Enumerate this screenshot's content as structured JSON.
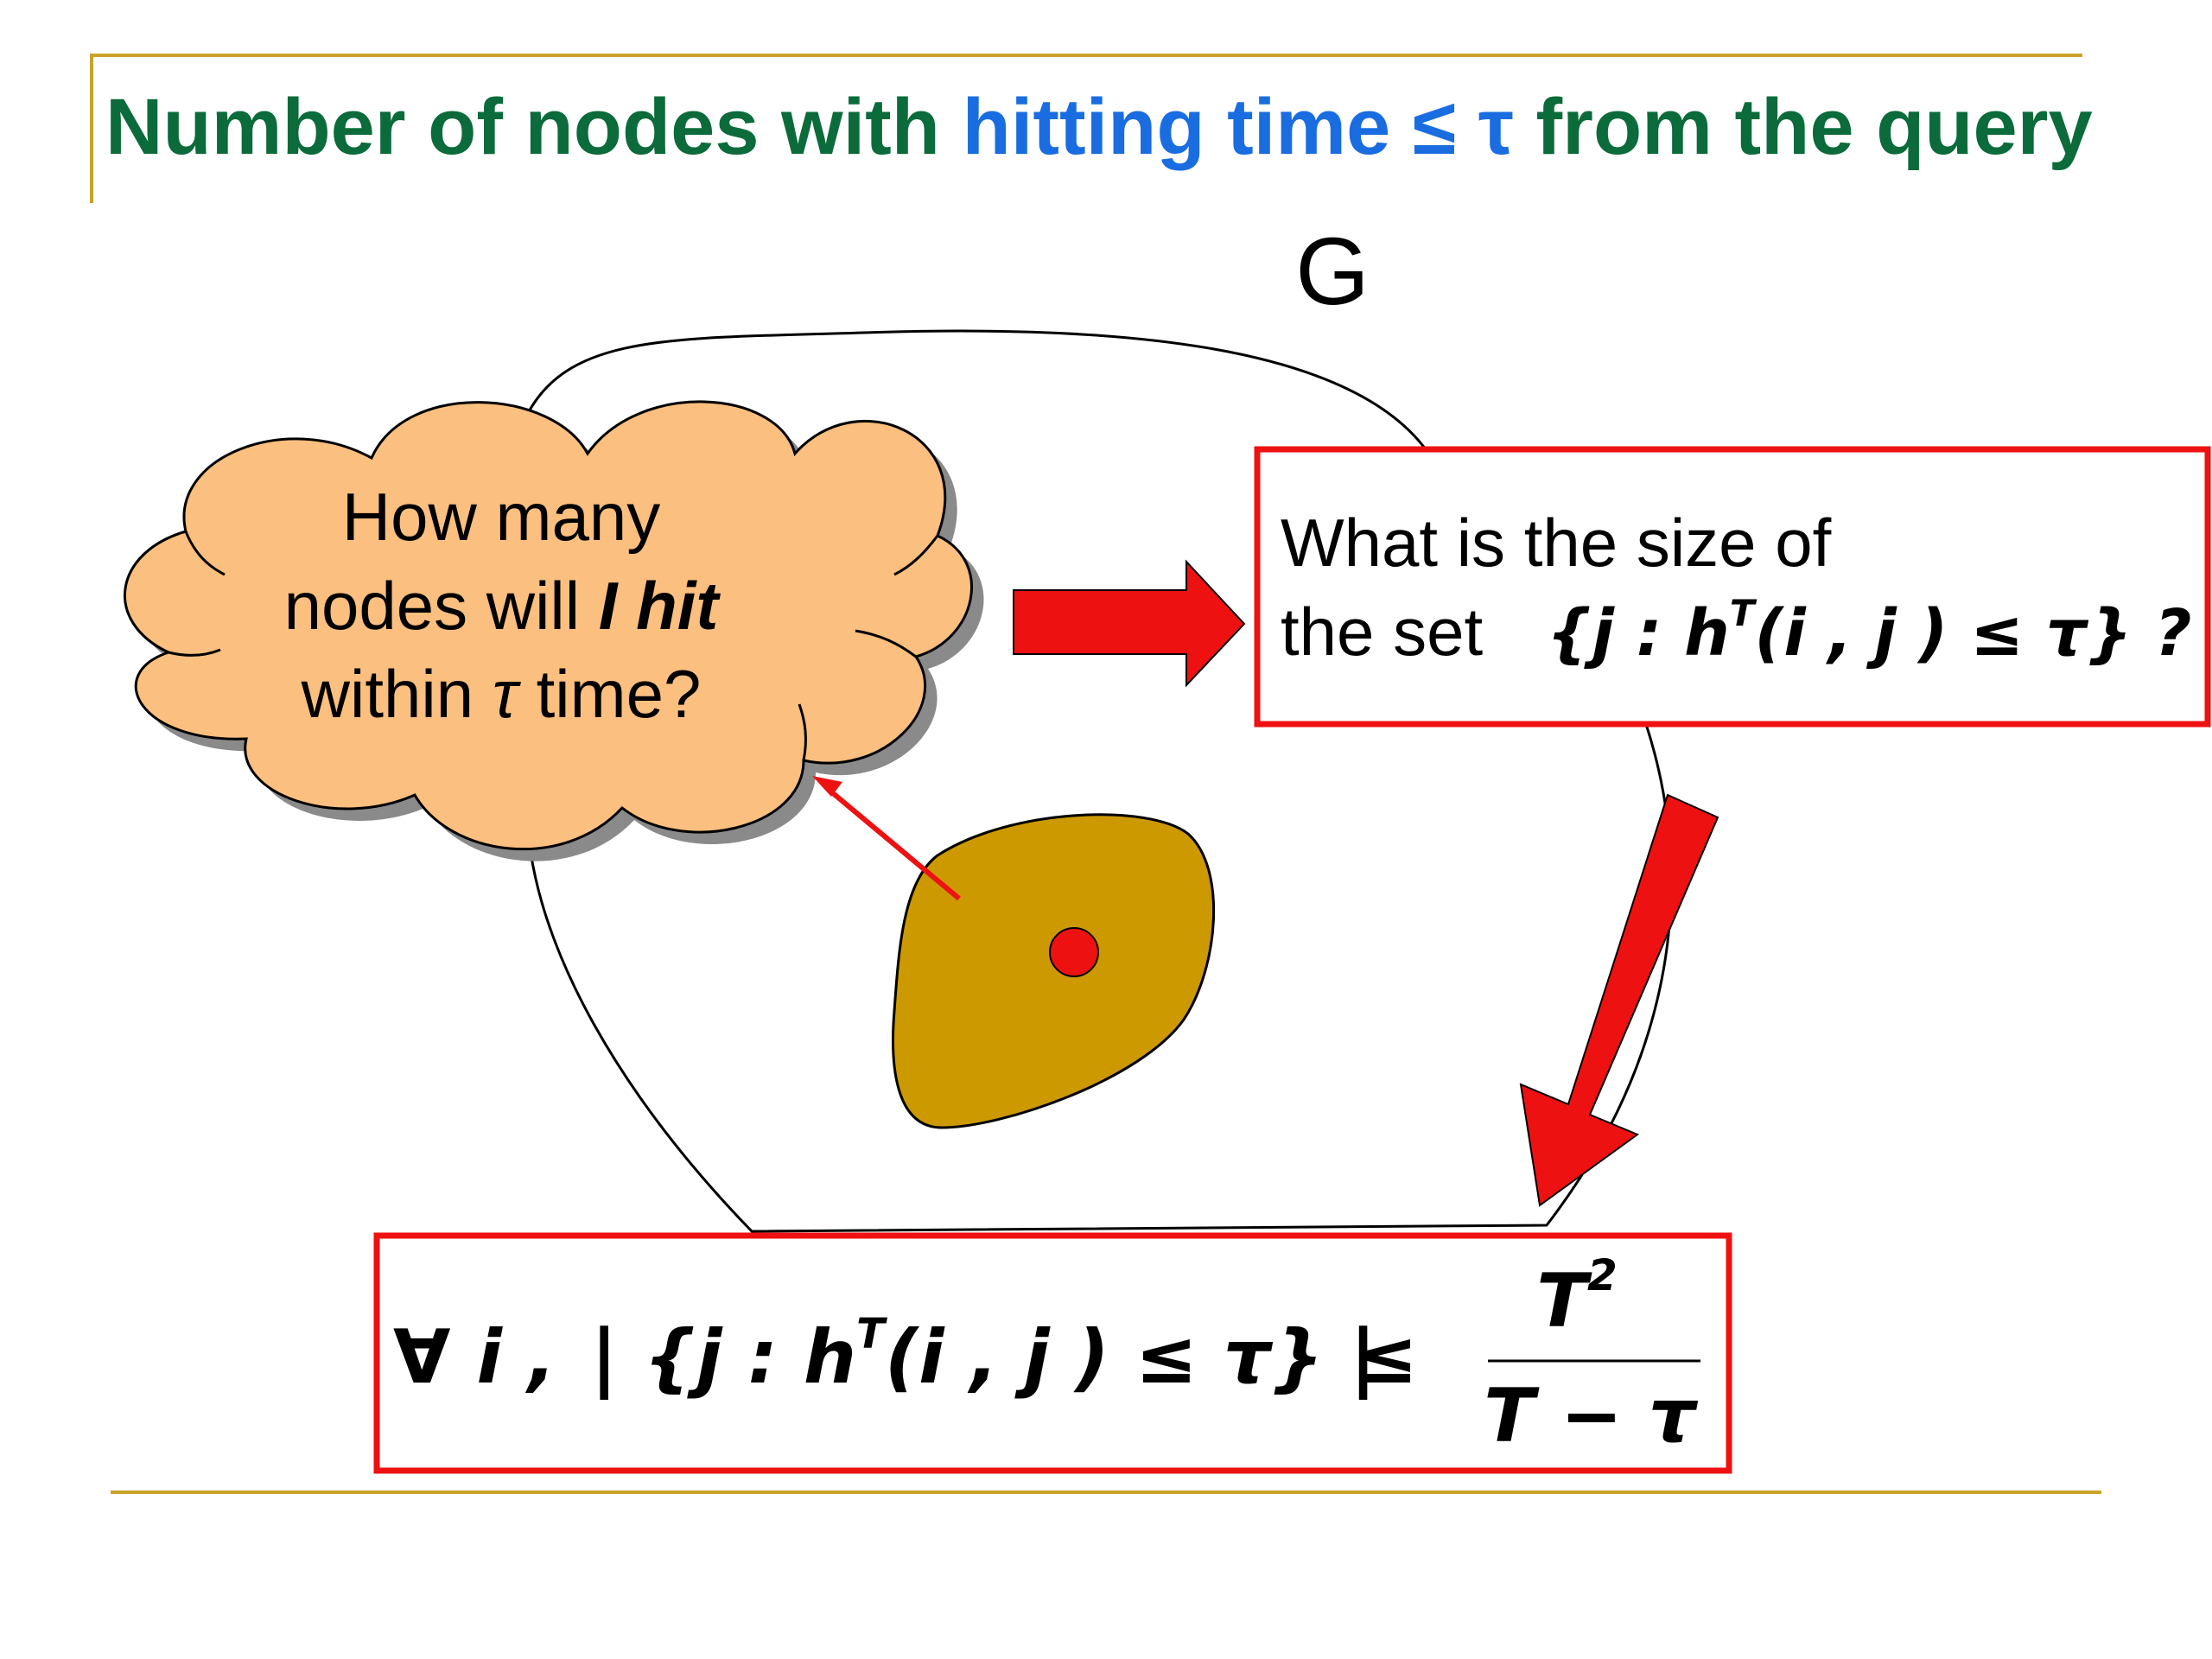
{
  "title": {
    "part1": "Number of nodes with ",
    "part2": "hitting time ≤ τ",
    "part3": " from the query"
  },
  "graph_label": "G",
  "cloud": {
    "line1": "How many",
    "line2_pre": "nodes will ",
    "line2_emph": "I hit",
    "line3_pre": "within ",
    "line3_tau": "τ",
    "line3_post": " time?"
  },
  "question_box": {
    "line1": "What is the size of",
    "line2_pre": "the set",
    "line2_set": "{j : h",
    "line2_sup": "T",
    "line2_args": "(i , j ) ≤ τ} ?"
  },
  "answer_box": {
    "forall": "∀ i ,",
    "set_open": "| {j : h",
    "set_sup": "T",
    "set_rest": "(i , j ) ≤ τ} |",
    "leq": "≤",
    "numerator": "T",
    "numerator_sup": "2",
    "denominator": "T − τ"
  },
  "colors": {
    "title_green": "#0b6b3a",
    "title_blue": "#1a6de0",
    "accent_red": "#ee1111",
    "cloud_fill": "#fbbf7f",
    "blob_fill": "#cc9900",
    "rule_gold": "#c9a227"
  }
}
